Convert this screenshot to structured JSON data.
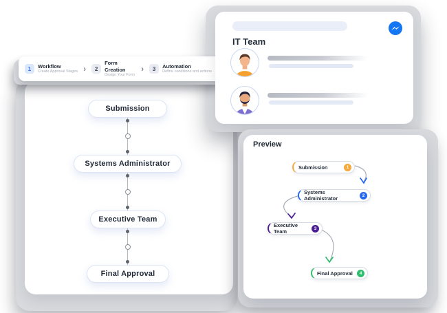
{
  "stepper": {
    "chevron": "›",
    "steps": [
      {
        "number": "1",
        "title": "Workflow",
        "subtitle": "Create Approval Stages",
        "active": true
      },
      {
        "number": "2",
        "title": "Form Creation",
        "subtitle": "Design Your Form",
        "active": false
      },
      {
        "number": "3",
        "title": "Automation",
        "subtitle": "Define conditions and actions",
        "active": false
      }
    ]
  },
  "team_card": {
    "title": "IT Team",
    "icon": "messenger-icon",
    "members": [
      {
        "avatar": "man-orange-shirt"
      },
      {
        "avatar": "man-purple-shirt-beard"
      }
    ]
  },
  "workflow": {
    "stages": [
      "Submission",
      "Systems Administrator",
      "Executive Team",
      "Final Approval"
    ]
  },
  "preview": {
    "title": "Preview",
    "nodes": [
      {
        "label": "Submission",
        "number": "1",
        "color": "#F6A83C"
      },
      {
        "label": "Systems Administrator",
        "number": "2",
        "color": "#2667F2"
      },
      {
        "label": "Executive Team",
        "number": "3",
        "color": "#4C1E95"
      },
      {
        "label": "Final Approval",
        "number": "4",
        "color": "#2EBE6E"
      }
    ]
  },
  "colors": {
    "accent_blue": "#2B6CF0",
    "messenger_blue": "#1476F2",
    "backing_gray": "#D8DADE",
    "pill_border": "#DDE5F4"
  }
}
